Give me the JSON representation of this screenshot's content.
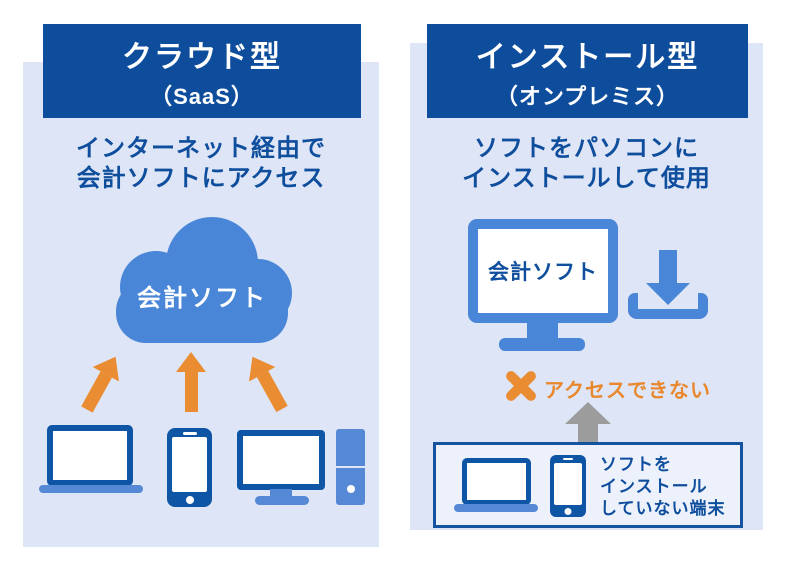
{
  "colors": {
    "page-bg": "#ffffff",
    "panel-bg": "#dee5f6",
    "header-bg": "#0e4d9c",
    "header-text": "#ffffff",
    "text-blue": "#0f4e9d",
    "blue-bright": "#4a86d8",
    "blue-dark": "#0f55a5",
    "blue-light": "#5589d5",
    "orange": "#ea8c31",
    "orange-text": "#e8872b",
    "gray": "#9c9c9c",
    "box-border": "#14549f",
    "box-bg": "#ecf1fb"
  },
  "left_panel": {
    "header_title": "クラウド型",
    "header_subtitle": "（SaaS）",
    "description_line1": "インターネット経由で",
    "description_line2": "会計ソフトにアクセス",
    "cloud_label": "会計ソフト"
  },
  "right_panel": {
    "header_title": "インストール型",
    "header_subtitle": "（オンプレミス）",
    "description_line1": "ソフトをパソコンに",
    "description_line2": "インストールして使用",
    "monitor_label": "会計ソフト",
    "no_access_label": "アクセスできない",
    "device_box_line1": "ソフトを",
    "device_box_line2": "インストール",
    "device_box_line3": "していない端末"
  }
}
